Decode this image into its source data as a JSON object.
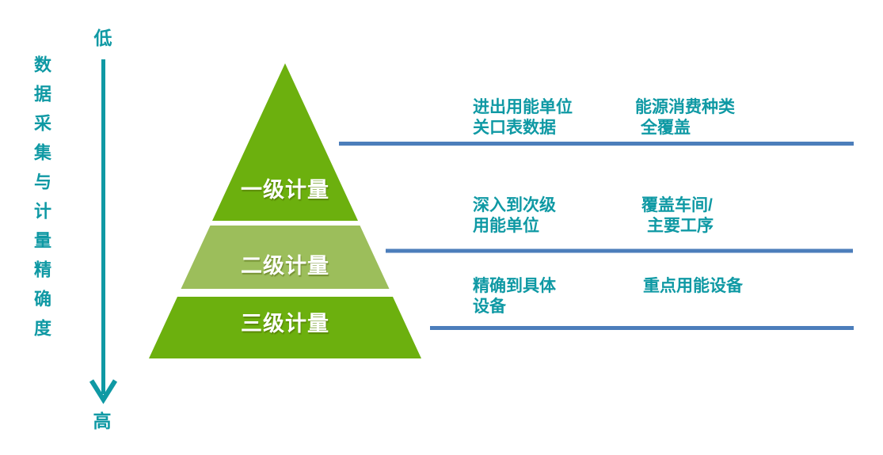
{
  "colors": {
    "teal": "#0F99A4",
    "pyramid_green": "#6CB00E",
    "pyramid_green_light": "#9CBE5B",
    "divider_blue": "#4C7EBB"
  },
  "axis": {
    "title": "数据采集与计量精确度",
    "top_label": "低",
    "bottom_label": "高"
  },
  "pyramid": {
    "levels": [
      {
        "label": "一级计量"
      },
      {
        "label": "二级计量"
      },
      {
        "label": "三级计量"
      }
    ]
  },
  "annotations": {
    "rows": [
      {
        "left": {
          "line1": "进出用能单位",
          "line2": "关口表数据"
        },
        "right": {
          "line1": "能源消费种类",
          "line2": "全覆盖"
        }
      },
      {
        "left": {
          "line1": "深入到次级",
          "line2": "用能单位"
        },
        "right": {
          "line1": "覆盖车间/",
          "line2": "主要工序"
        }
      },
      {
        "left": {
          "line1": "精确到具体",
          "line2": "设备"
        },
        "right": {
          "line1": "重点用能设备"
        }
      }
    ]
  }
}
